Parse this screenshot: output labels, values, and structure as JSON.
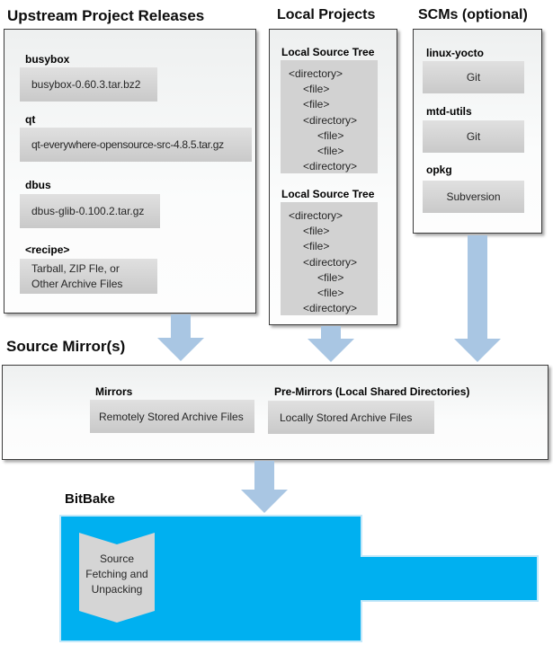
{
  "upstream": {
    "title": "Upstream Project Releases",
    "entries": [
      {
        "label": "busybox",
        "file": "busybox-0.60.3.tar.bz2"
      },
      {
        "label": "qt",
        "file": "qt-everywhere-opensource-src-4.8.5.tar.gz"
      },
      {
        "label": "dbus",
        "file": "dbus-glib-0.100.2.tar.gz"
      },
      {
        "label": "<recipe>",
        "file_line1": "Tarball, ZIP Fle, or",
        "file_line2": "Other Archive Files"
      }
    ]
  },
  "local_projects": {
    "title": "Local Projects",
    "trees": [
      {
        "label": "Local Source Tree",
        "lines": [
          {
            "text": "<directory>",
            "indent": 0
          },
          {
            "text": "<file>",
            "indent": 1
          },
          {
            "text": "<file>",
            "indent": 1
          },
          {
            "text": "<directory>",
            "indent": 1
          },
          {
            "text": "<file>",
            "indent": 2
          },
          {
            "text": "<file>",
            "indent": 2
          },
          {
            "text": "<directory>",
            "indent": 1
          }
        ]
      },
      {
        "label": "Local Source Tree",
        "lines": [
          {
            "text": "<directory>",
            "indent": 0
          },
          {
            "text": "<file>",
            "indent": 1
          },
          {
            "text": "<file>",
            "indent": 1
          },
          {
            "text": "<directory>",
            "indent": 1
          },
          {
            "text": "<file>",
            "indent": 2
          },
          {
            "text": "<file>",
            "indent": 2
          },
          {
            "text": "<directory>",
            "indent": 1
          }
        ]
      }
    ]
  },
  "scms": {
    "title": "SCMs (optional)",
    "entries": [
      {
        "label": "linux-yocto",
        "scm": "Git"
      },
      {
        "label": "mtd-utils",
        "scm": "Git"
      },
      {
        "label": "opkg",
        "scm": "Subversion"
      }
    ]
  },
  "source_mirrors": {
    "title": "Source Mirror(s)",
    "mirrors": {
      "label": "Mirrors",
      "box": "Remotely Stored Archive Files"
    },
    "pre_mirrors": {
      "label": "Pre-Mirrors (Local Shared Directories)",
      "box": "Locally Stored Archive Files"
    }
  },
  "bitbake": {
    "title": "BitBake",
    "process_lines": [
      "Source",
      "Fetching and",
      "Unpacking"
    ]
  },
  "icons": {
    "down_arrow": "solid light-blue downward block arrow (css polygon)"
  },
  "colors": {
    "bitbake_blue": "#00b0f0",
    "arrow_blue": "#a9c6e3",
    "item_box_gray": "#d3d3d3",
    "panel_border": "#3c3c3c"
  }
}
